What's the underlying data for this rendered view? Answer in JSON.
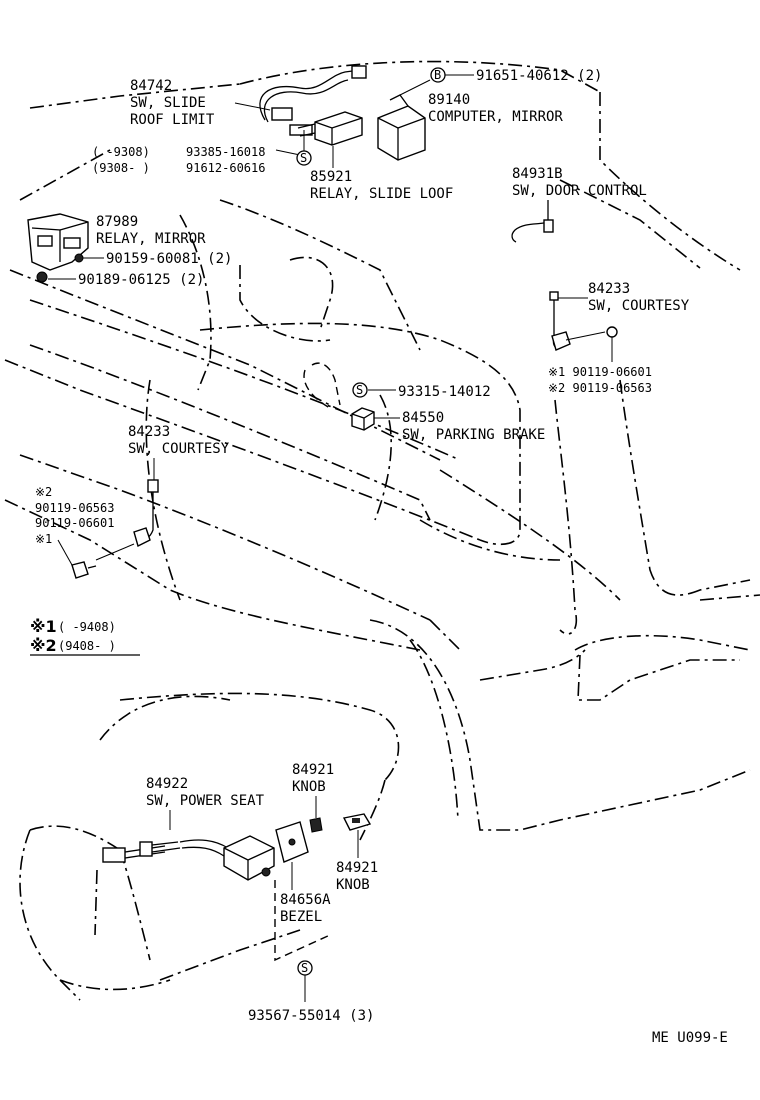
{
  "labels": {
    "p84742_num": "84742",
    "p84742_l1": "SW, SLIDE",
    "p84742_l2": "ROOF LIMIT",
    "b_mark": "B",
    "p91651": "91651-40612 (2)",
    "p89140_num": "89140",
    "p89140_name": "COMPUTER, MIRROR",
    "date1": "(      -9308)",
    "date2": "(9308-       )",
    "p93385": "93385-16018",
    "p91612": "91612-60616",
    "s_mark": "S",
    "p85921_num": "85921",
    "p85921_name": "RELAY, SLIDE LOOF",
    "p84931b_num": "84931B",
    "p84931b_name": "SW, DOOR CONTROL",
    "p87989_num": "87989",
    "p87989_name": "RELAY, MIRROR",
    "p90159": "90159-60081 (2)",
    "p90189": "90189-06125 (2)",
    "p84233r_num": "84233",
    "p84233r_name": "SW, COURTESY",
    "r_ref1": "※1 90119-06601",
    "r_ref2": "※2 90119-06563",
    "p93315": "93315-14012",
    "p84550_num": "84550",
    "p84550_name": "SW, PARKING BRAKE",
    "p84233l_num": "84233",
    "p84233l_name": "SW, COURTESY",
    "l_mark2": "※2",
    "l_ref1": "90119-06563",
    "l_ref2": "90119-06601",
    "l_mark1": "※1",
    "legend1_mark": "※1",
    "legend1_text": "(      -9408)",
    "legend2_mark": "※2",
    "legend2_text": "(9408-          )",
    "p84922_num": "84922",
    "p84922_name": "SW, POWER SEAT",
    "p84921a_num": "84921",
    "p84921a_name": "KNOB",
    "p84921b_num": "84921",
    "p84921b_name": "KNOB",
    "p84656a_num": "84656A",
    "p84656a_name": "BEZEL",
    "p93567": "93567-55014 (3)",
    "figure_code": "ME  U099-E"
  }
}
